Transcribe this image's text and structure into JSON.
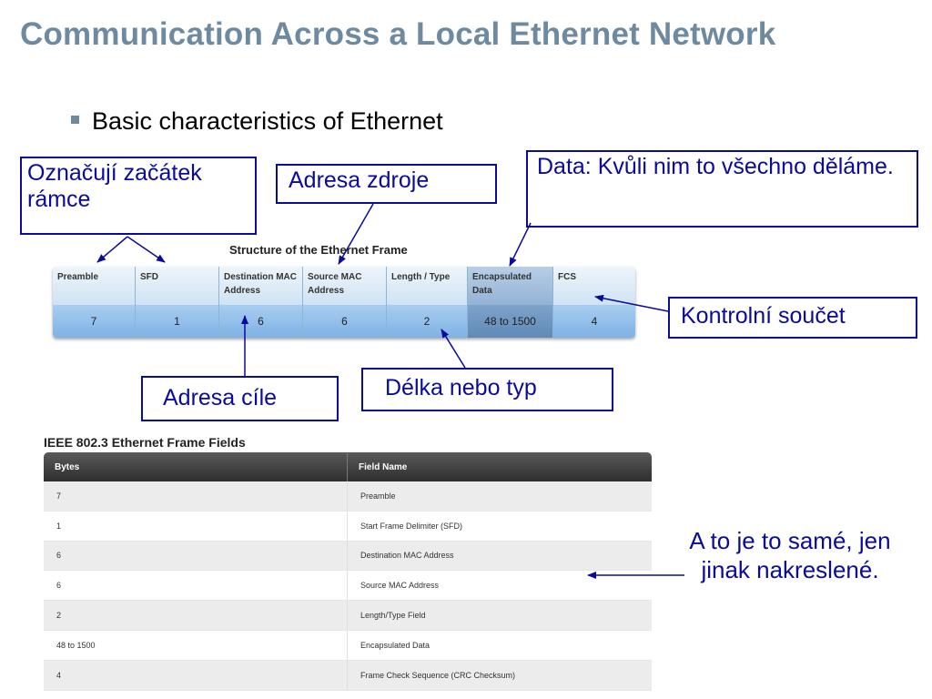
{
  "title": "Communication Across a Local Ethernet Network",
  "bullet": "Basic characteristics of Ethernet",
  "callouts": {
    "preamble_sfd": "Označují začátek rámce",
    "source": "Adresa zdroje",
    "data": "Data: Kvůli nim to všechno děláme.",
    "fcs": "Kontrolní součet",
    "destination": "Adresa cíle",
    "length_type": "Délka nebo typ",
    "same": "A to je to samé, jen jinak nakreslené."
  },
  "frame": {
    "title": "Structure of the Ethernet Frame",
    "fields": [
      {
        "name": "Preamble",
        "bytes": "7"
      },
      {
        "name": "SFD",
        "bytes": "1"
      },
      {
        "name": "Destination MAC Address",
        "bytes": "6"
      },
      {
        "name": "Source MAC Address",
        "bytes": "6"
      },
      {
        "name": "Length / Type",
        "bytes": "2"
      },
      {
        "name": "Encapsulated Data",
        "bytes": "48 to 1500"
      },
      {
        "name": "FCS",
        "bytes": "4"
      }
    ]
  },
  "table": {
    "title": "IEEE 802.3 Ethernet Frame Fields",
    "headers": [
      "Bytes",
      "Field Name"
    ],
    "rows": [
      [
        "7",
        "Preamble"
      ],
      [
        "1",
        "Start Frame Delimiter (SFD)"
      ],
      [
        "6",
        "Destination MAC Address"
      ],
      [
        "6",
        "Source MAC Address"
      ],
      [
        "2",
        "Length/Type Field"
      ],
      [
        "48 to 1500",
        "Encapsulated Data"
      ],
      [
        "4",
        "Frame Check Sequence (CRC Checksum)"
      ]
    ]
  },
  "colors": {
    "title": "#6e8aa0",
    "callout": "#0a0a9c"
  }
}
